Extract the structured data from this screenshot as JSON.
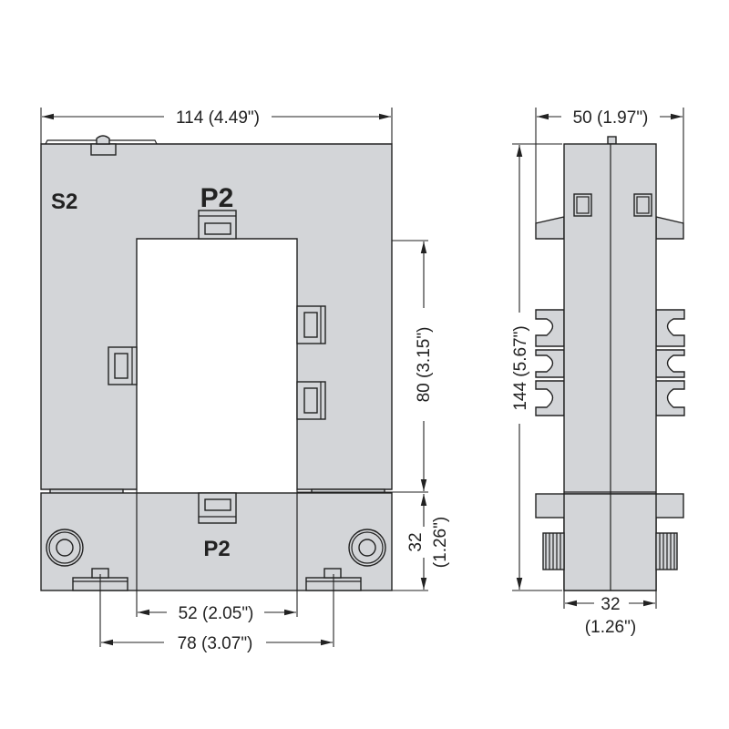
{
  "front_view": {
    "labels": {
      "s2": "S2",
      "p2_top": "P2",
      "p2_bottom": "P2"
    },
    "dimensions": {
      "width": "114 (4.49\")",
      "window_height": "80 (3.15\")",
      "base_height_mm": "32",
      "base_height_in": "(1.26\")",
      "window_width": "52 (2.05\")",
      "mount_spacing": "78 (3.07\")"
    }
  },
  "side_view": {
    "dimensions": {
      "depth": "50 (1.97\")",
      "height": "144 (5.67\")",
      "body_width_mm": "32",
      "body_width_in": "(1.26\")"
    }
  },
  "colors": {
    "body": "#d3d5d8",
    "line": "#222222"
  }
}
